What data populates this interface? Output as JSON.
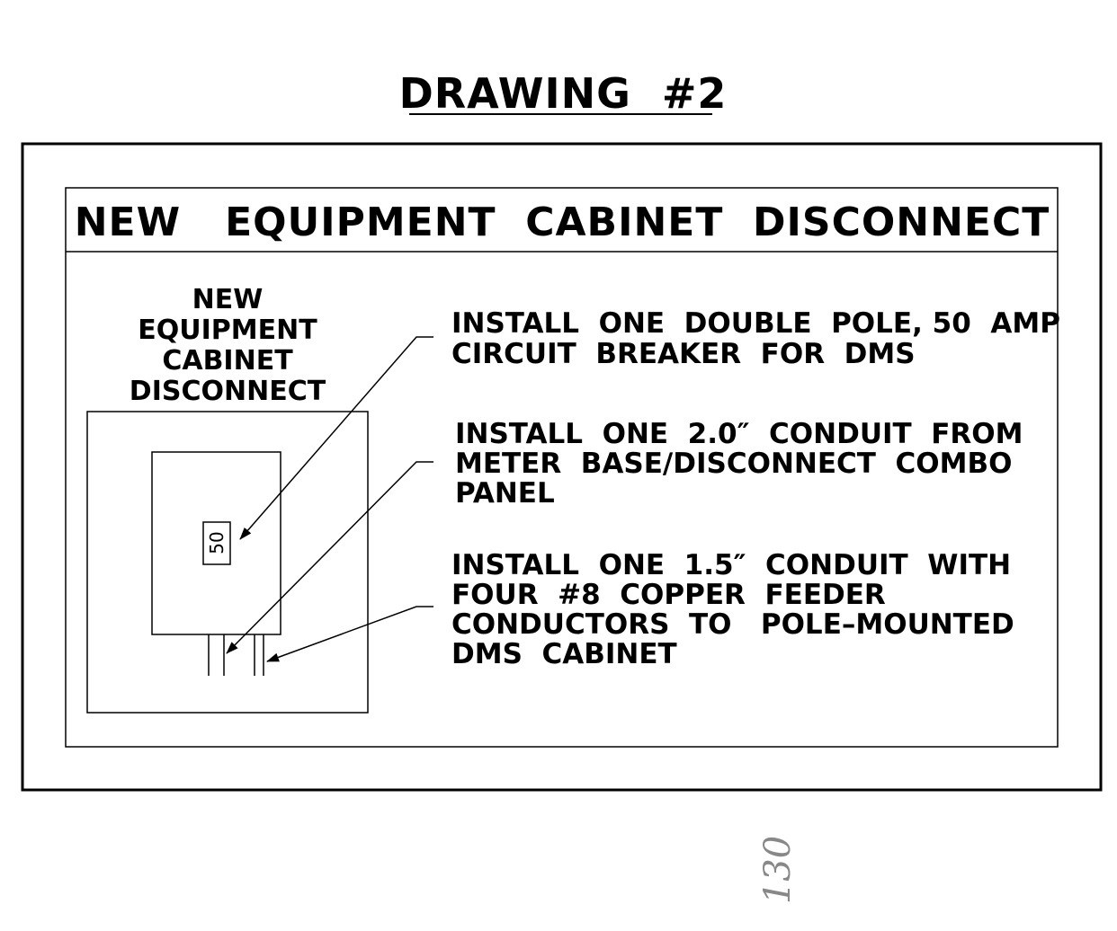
{
  "drawing_title": "DRAWING  #2",
  "panel": {
    "header": "NEW   EQUIPMENT  CABINET  DISCONNECT",
    "cabinet_label": [
      "NEW",
      "EQUIPMENT",
      "CABINET",
      "DISCONNECT"
    ],
    "breaker_value": "50",
    "notes": [
      [
        "INSTALL  ONE  DOUBLE  POLE, 50  AMP",
        "CIRCUIT  BREAKER  FOR  DMS"
      ],
      [
        "INSTALL  ONE  2.0″  CONDUIT  FROM",
        "METER  BASE∕DISCONNECT  COMBO",
        "PANEL"
      ],
      [
        "INSTALL  ONE  1.5″  CONDUIT  WITH",
        "FOUR  #8  COPPER  FEEDER",
        "CONDUCTORS  TO   POLE–MOUNTED",
        "DMS  CABINET"
      ]
    ]
  },
  "page_number": "130"
}
